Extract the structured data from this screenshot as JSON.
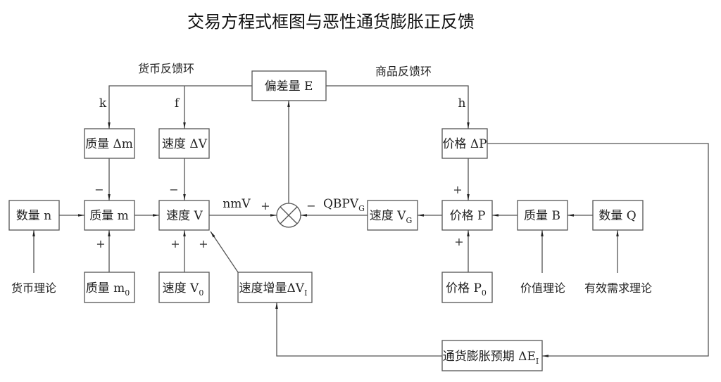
{
  "title": "交易方程式框图与恶性通货膨胀正反馈",
  "loops": {
    "money_loop": "货币反馈环",
    "goods_loop": "商品反馈环"
  },
  "gains": {
    "k": "k",
    "f": "f",
    "h": "h"
  },
  "blocks": {
    "deviation": {
      "label": "偏差量 E"
    },
    "quality_dm": {
      "label": "质量 Δm"
    },
    "speed_dv": {
      "label": "速度 ΔV"
    },
    "price_dp": {
      "label": "价格 ΔP"
    },
    "quantity_n": {
      "label": "数量 n"
    },
    "quality_m": {
      "label": "质量 m"
    },
    "speed_v": {
      "label": "速度 V"
    },
    "speed_vg": {
      "label": "速度 V",
      "sub": "G"
    },
    "price_p": {
      "label": "价格 P"
    },
    "quality_b": {
      "label": "质量 B"
    },
    "quantity_q": {
      "label": "数量 Q"
    },
    "quality_m0": {
      "label": "质量 m",
      "sub": "0"
    },
    "speed_v0": {
      "label": "速度 V",
      "sub": "0"
    },
    "speed_inc": {
      "label": "速度增量ΔV",
      "sub": "I"
    },
    "price_p0": {
      "label": "价格 P",
      "sub": "0"
    },
    "inflation_exp": {
      "label": "通货膨胀预期 ΔE",
      "sub": "I"
    }
  },
  "sources": {
    "money_theory": "货币理论",
    "value_theory": "价值理论",
    "demand_theory": "有效需求理论"
  },
  "signals": {
    "nmv": "nmV",
    "qbpv": "QBPV",
    "qbpv_sub": "G"
  },
  "signs": {
    "plus": "+",
    "minus": "−"
  }
}
